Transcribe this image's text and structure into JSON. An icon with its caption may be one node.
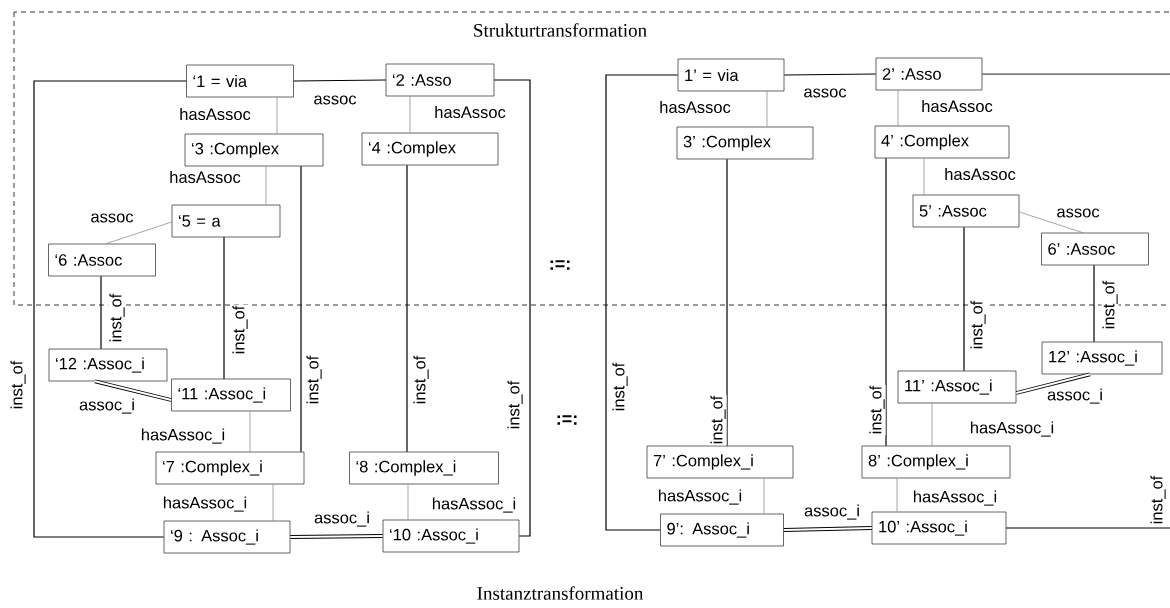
{
  "diagram": {
    "nodes": [
      {
        "text": [
          "Strukturtransformation"
        ]
      },
      {
        "text": [
          "‘1 = via"
        ],
        "in": 0
      },
      {
        "text": [
          "‘2 :Asso"
        ],
        "in": 0
      },
      {
        "text": [
          "‘3 :Complex"
        ],
        "in": 0
      },
      {
        "text": [
          "‘4 :Complex"
        ],
        "in": 0
      },
      {
        "text": [
          "‘5 = a"
        ],
        "in": 0
      },
      {
        "text": [
          "‘6 :Assoc"
        ],
        "in": 0
      },
      {
        "text": [
          "‘7 :Complex_i"
        ]
      },
      {
        "text": [
          "‘8 :Complex_i"
        ]
      },
      {
        "text": [
          "‘9 : Assoc_i"
        ]
      },
      {
        "text": [
          "‘10 :Assoc_i"
        ]
      },
      {
        "text": [
          "‘11 :Assoc_i"
        ]
      },
      {
        "text": [
          "‘12 :Assoc_i"
        ]
      },
      {
        "text": [
          "1’ = via"
        ],
        "in": 0
      },
      {
        "text": [
          "2’ :Asso"
        ],
        "in": 0
      },
      {
        "text": [
          "3’ :Complex"
        ],
        "in": 0
      },
      {
        "text": [
          "4’ :Complex"
        ],
        "in": 0
      },
      {
        "text": [
          "5’ :Assoc"
        ],
        "in": 0
      },
      {
        "text": [
          "6’ :Assoc"
        ],
        "in": 0
      },
      {
        "text": [
          "7’ :Complex_i"
        ]
      },
      {
        "text": [
          "8’ :Complex_i"
        ]
      },
      {
        "text": [
          "9’: Assoc_i"
        ]
      },
      {
        "text": [
          "10’ :Assoc_i"
        ]
      },
      {
        "text": [
          "11’ :Assoc_i"
        ]
      },
      {
        "text": [
          "12’ :Assoc_i"
        ]
      }
    ],
    "edges": [
      {
        "from": 1,
        "to": 2,
        "arrow": "none",
        "label": "assoc"
      },
      {
        "from": 1,
        "to": 3,
        "arrow": "none",
        "label": "hasAssoc",
        "color": "#808080"
      },
      {
        "from": 2,
        "to": 4,
        "arrow": "none",
        "label": "hasAssoc",
        "color": "#808080"
      },
      {
        "from": 3,
        "to": 5,
        "arrow": "none",
        "label": "hasAssoc",
        "color": "#808080"
      },
      {
        "from": 5,
        "to": 6,
        "arrow": "none",
        "label": "assoc",
        "color": "#808080"
      },
      {
        "from": 6,
        "to": 12,
        "arrow": "none",
        "label": "inst_of"
      },
      {
        "from": 5,
        "to": 11,
        "arrow": "none",
        "label": "inst_of"
      },
      {
        "from": 3,
        "to": 7,
        "arrow": "none",
        "label": "inst_of"
      },
      {
        "from": 4,
        "to": 8,
        "arrow": "none",
        "label": "inst_of"
      },
      {
        "from": 12,
        "to": 11,
        "arrow": "none",
        "label": "assoc_i",
        "style": "thick"
      },
      {
        "from": 11,
        "to": 7,
        "arrow": "none",
        "label": "hasAssoc_i",
        "color": "#808080"
      },
      {
        "from": 7,
        "to": 9,
        "arrow": "none",
        "label": "hasAssoc_i",
        "color": "#808080"
      },
      {
        "from": 8,
        "to": 10,
        "arrow": "none",
        "label": "hasAssoc_i",
        "color": "#808080"
      },
      {
        "from": 9,
        "to": 10,
        "arrow": "none",
        "label": "assoc_i",
        "style": "thick"
      },
      {
        "from": 1,
        "to": 9,
        "arrow": "none",
        "label": "inst_of"
      },
      {
        "from": 2,
        "to": 10,
        "arrow": "none",
        "label": "inst_of"
      },
      {
        "from": 13,
        "to": 14,
        "arrow": "none",
        "label": "assoc"
      },
      {
        "from": 13,
        "to": 15,
        "arrow": "none",
        "label": "hasAssoc",
        "color": "#808080"
      },
      {
        "from": 14,
        "to": 16,
        "arrow": "none",
        "label": "hasAssoc",
        "color": "#808080"
      },
      {
        "from": 16,
        "to": 17,
        "arrow": "none",
        "label": "hasAssoc",
        "color": "#808080"
      },
      {
        "from": 17,
        "to": 18,
        "arrow": "none",
        "label": "assoc",
        "color": "#808080"
      },
      {
        "from": 15,
        "to": 19,
        "arrow": "none",
        "label": "inst_of"
      },
      {
        "from": 16,
        "to": 20,
        "arrow": "none",
        "label": "inst_of"
      },
      {
        "from": 17,
        "to": 23,
        "arrow": "none",
        "label": "inst_of"
      },
      {
        "from": 18,
        "to": 24,
        "arrow": "none",
        "label": "inst_of"
      },
      {
        "from": 23,
        "to": 24,
        "arrow": "none",
        "label": "assoc_i",
        "style": "thick"
      },
      {
        "from": 23,
        "to": 20,
        "arrow": "none",
        "label": "hasAssoc_i",
        "color": "#808080"
      },
      {
        "from": 19,
        "to": 21,
        "arrow": "none",
        "label": "hasAssoc_i",
        "color": "#808080"
      },
      {
        "from": 20,
        "to": 22,
        "arrow": "none",
        "label": "hasAssoc_i",
        "color": "#808080"
      },
      {
        "from": 21,
        "to": 22,
        "arrow": "none",
        "label": "assoc_i",
        "style": "thick"
      },
      {
        "from": 13,
        "to": 21,
        "arrow": "none",
        "label": "inst_of"
      },
      {
        "from": 14,
        "to": 22,
        "arrow": "none",
        "label": "inst_of"
      }
    ],
    "labels": [
      ":=:",
      ":=:",
      "Instanztransformation"
    ]
  }
}
